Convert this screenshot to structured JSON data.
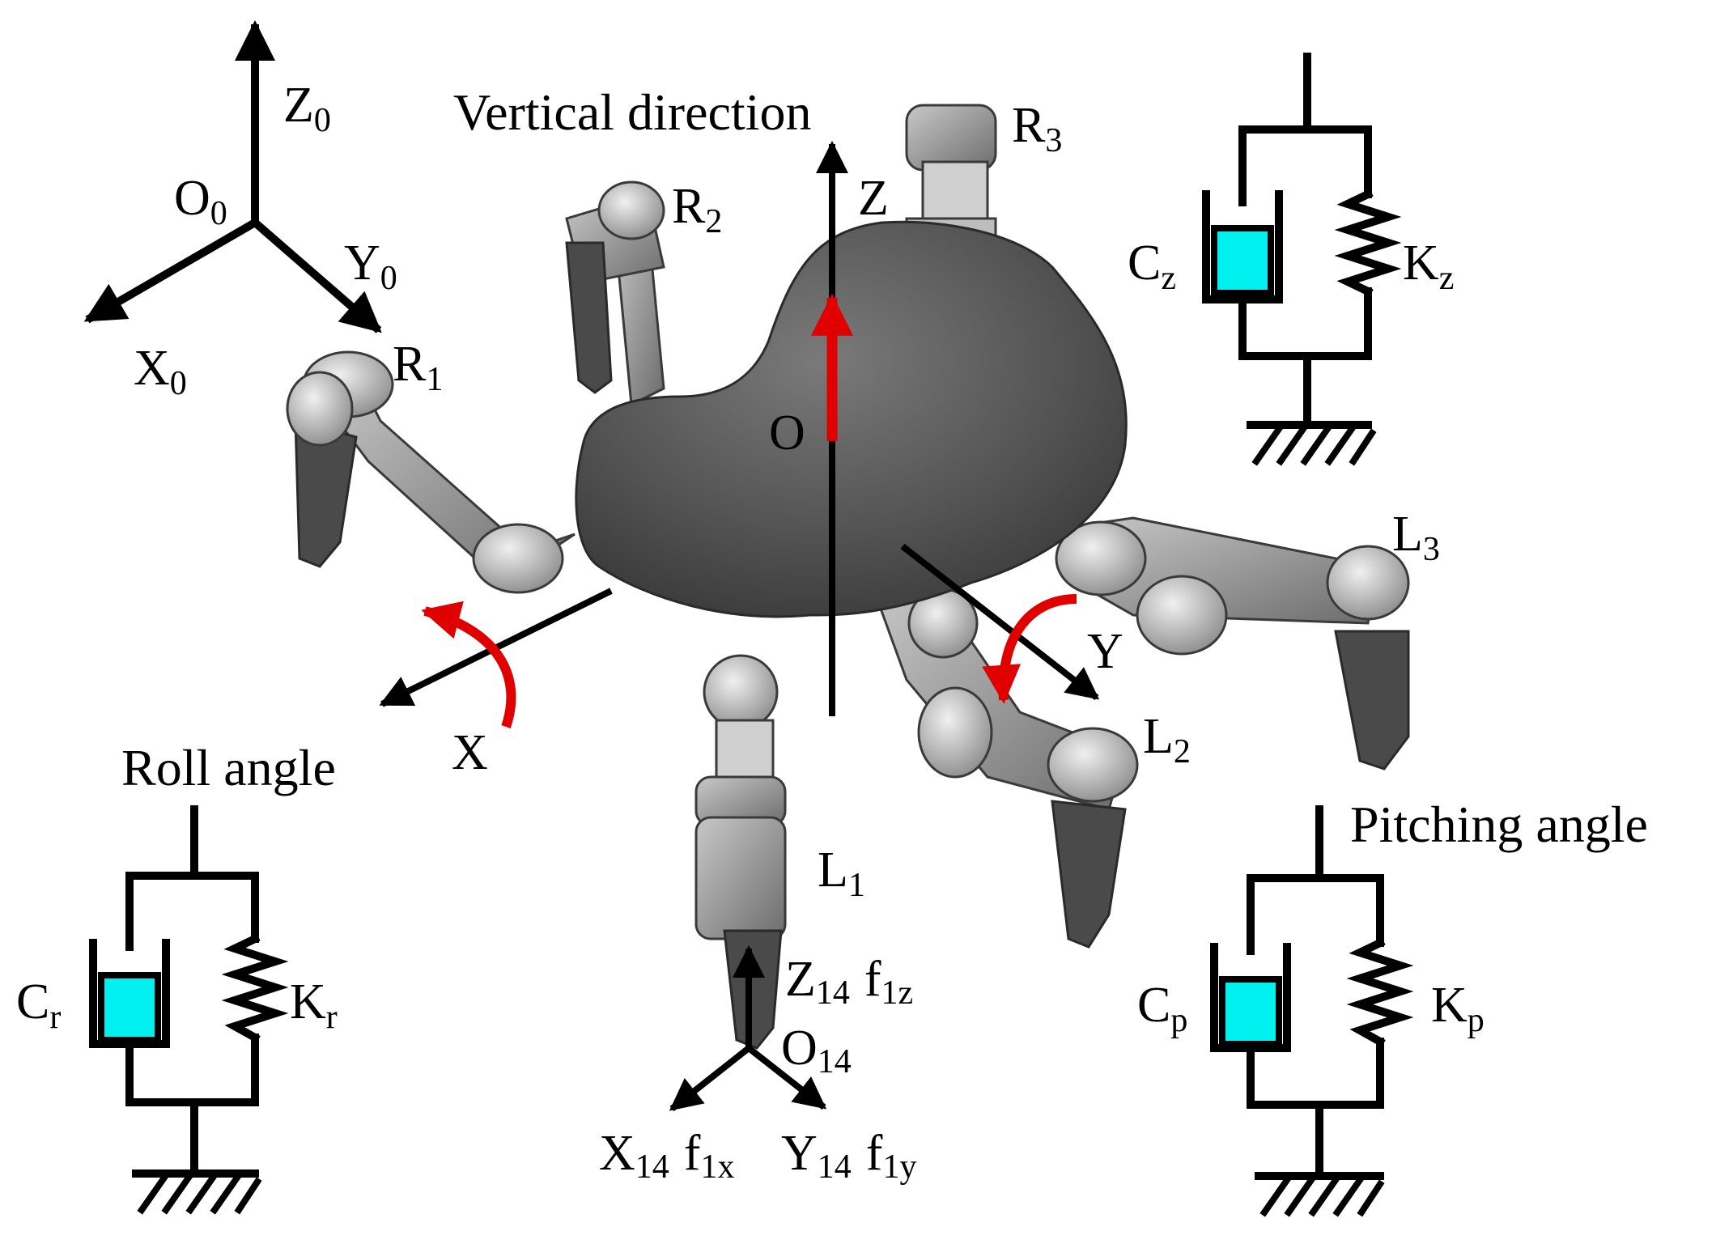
{
  "frames": {
    "world": {
      "origin": "O",
      "origin_sub": "0",
      "z": "Z",
      "z_sub": "0",
      "x": "X",
      "x_sub": "0",
      "y": "Y",
      "y_sub": "0"
    },
    "body": {
      "origin": "O",
      "z": "Z",
      "x": "X",
      "y": "Y",
      "vertical_label": "Vertical direction"
    },
    "foot": {
      "origin": "O",
      "origin_sub": "14",
      "z": "Z",
      "z_sub": "14",
      "fz": "f",
      "fz_sub": "1z",
      "x": "X",
      "x_sub": "14",
      "fx": "f",
      "fx_sub": "1x",
      "y": "Y",
      "y_sub": "14",
      "fy": "f",
      "fy_sub": "1y"
    }
  },
  "legs": {
    "R1": {
      "main": "R",
      "sub": "1"
    },
    "R2": {
      "main": "R",
      "sub": "2"
    },
    "R3": {
      "main": "R",
      "sub": "3"
    },
    "L1": {
      "main": "L",
      "sub": "1"
    },
    "L2": {
      "main": "L",
      "sub": "2"
    },
    "L3": {
      "main": "L",
      "sub": "3"
    }
  },
  "angles": {
    "roll": "Roll angle",
    "pitch": "Pitching angle"
  },
  "spring_dampers": {
    "z": {
      "c": "C",
      "c_sub": "z",
      "k": "K",
      "k_sub": "z"
    },
    "r": {
      "c": "C",
      "c_sub": "r",
      "k": "K",
      "k_sub": "r"
    },
    "p": {
      "c": "C",
      "c_sub": "p",
      "k": "K",
      "k_sub": "p"
    }
  },
  "colors": {
    "ink": "#000000",
    "accent": "#e00000",
    "damper": "#00f0f0",
    "body": "#545454",
    "link": "#9a9a9a"
  }
}
